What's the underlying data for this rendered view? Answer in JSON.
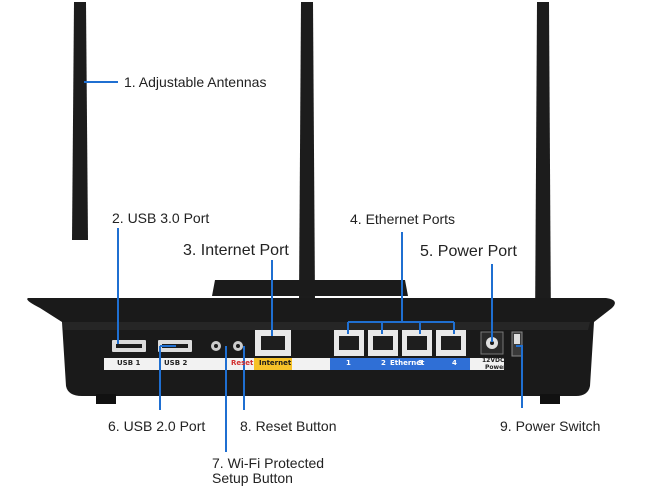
{
  "callouts": {
    "antennas": "1. Adjustable Antennas",
    "usb3": "2. USB 3.0 Port",
    "internet": "3. Internet Port",
    "ethernet": "4. Ethernet Ports",
    "power_port": "5. Power Port",
    "usb2": "6. USB 2.0 Port",
    "wps_line1": "7. Wi-Fi Protected",
    "wps_line2": "Setup Button",
    "reset": "8. Reset Button",
    "power_switch": "9. Power Switch"
  },
  "panel_labels": {
    "usb1": "USB 1",
    "usb2": "USB 2",
    "reset": "Reset",
    "internet": "Internet",
    "eth1": "1",
    "eth2": "2",
    "ethernet": "Ethernet",
    "eth3": "3",
    "eth4": "4",
    "power_12v": "12VDC",
    "power_word": "Power"
  },
  "colors": {
    "callout_line": "#1f6fd1",
    "internet_tag": "#f6c229",
    "ethernet_strip": "#2f6fd6",
    "reset_text": "#d23030",
    "body_dark": "#1a1a1a"
  }
}
